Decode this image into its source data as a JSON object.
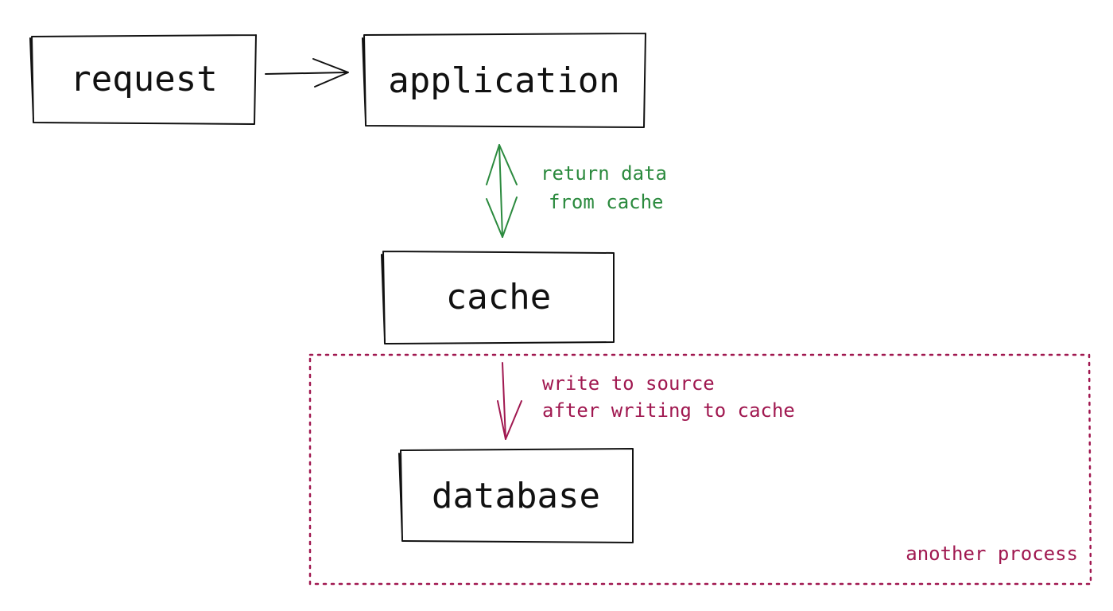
{
  "nodes": {
    "request": {
      "label": "request"
    },
    "application": {
      "label": "application"
    },
    "cache": {
      "label": "cache"
    },
    "database": {
      "label": "database"
    }
  },
  "edges": {
    "app_cache": {
      "label_lines": [
        "return data",
        "from cache"
      ],
      "color": "#2b8a3e"
    },
    "cache_db": {
      "label_lines": [
        "write to source",
        "after writing to cache"
      ],
      "color": "#a01850"
    }
  },
  "region": {
    "label": "another process",
    "color": "#a01850"
  }
}
